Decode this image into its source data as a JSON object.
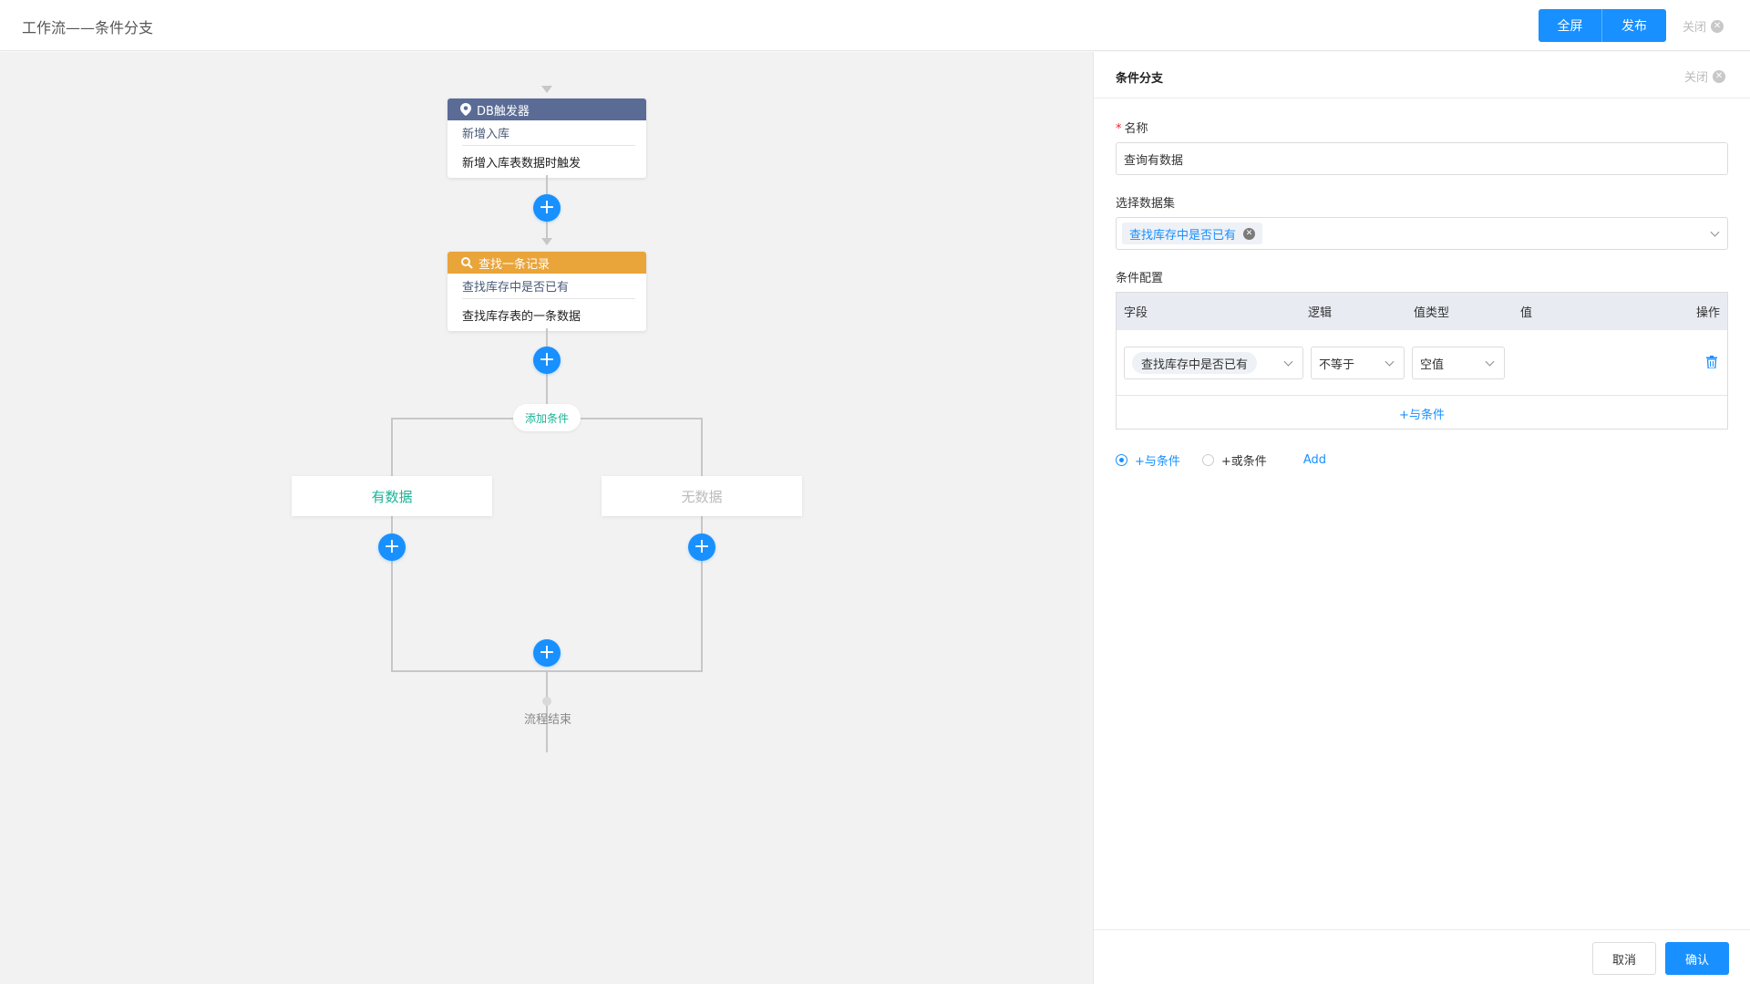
{
  "header": {
    "title": "工作流——条件分支",
    "fullscreen_label": "全屏",
    "publish_label": "发布",
    "close_label": "关闭"
  },
  "canvas": {
    "trigger_node": {
      "title": "DB触发器",
      "subtitle": "新增入库",
      "description": "新增入库表数据时触发"
    },
    "find_node": {
      "title": "查找一条记录",
      "subtitle": "查找库存中是否已有",
      "description": "查找库存表的一条数据"
    },
    "add_condition_label": "添加条件",
    "branches": [
      {
        "label": "有数据"
      },
      {
        "label": "无数据"
      }
    ],
    "end_label": "流程结束"
  },
  "panel": {
    "title": "条件分支",
    "close_label": "关闭",
    "name_label": "名称",
    "name_value": "查询有数据",
    "dataset_label": "选择数据集",
    "dataset_tag": "查找库存中是否已有",
    "condition_label": "条件配置",
    "table": {
      "headers": {
        "field": "字段",
        "logic": "逻辑",
        "value_type": "值类型",
        "value": "值",
        "action": "操作"
      },
      "row": {
        "field": "查找库存中是否已有",
        "logic": "不等于",
        "value_type": "空值"
      },
      "and_link": "+与条件"
    },
    "radio_and": "+与条件",
    "radio_or": "+或条件",
    "add_link": "Add",
    "cancel_label": "取消",
    "confirm_label": "确认"
  },
  "colors": {
    "primary": "#1890ff",
    "trigger_header": "#5a6b96",
    "find_header": "#e9a43a",
    "branch_active": "#19b394"
  }
}
